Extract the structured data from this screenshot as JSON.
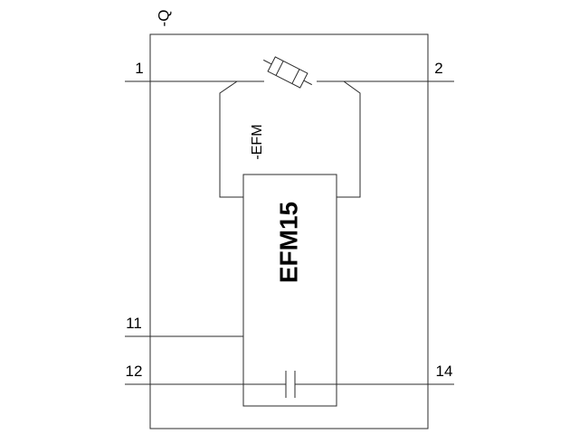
{
  "diagram": {
    "device_tag": "-Q",
    "fuse_tag": "-EFM",
    "module_label": "EFM15",
    "terminals": {
      "t1": "1",
      "t2": "2",
      "t11": "11",
      "t12": "12",
      "t14": "14"
    },
    "colors": {
      "line": "#2b2b2b",
      "background": "#ffffff"
    }
  }
}
